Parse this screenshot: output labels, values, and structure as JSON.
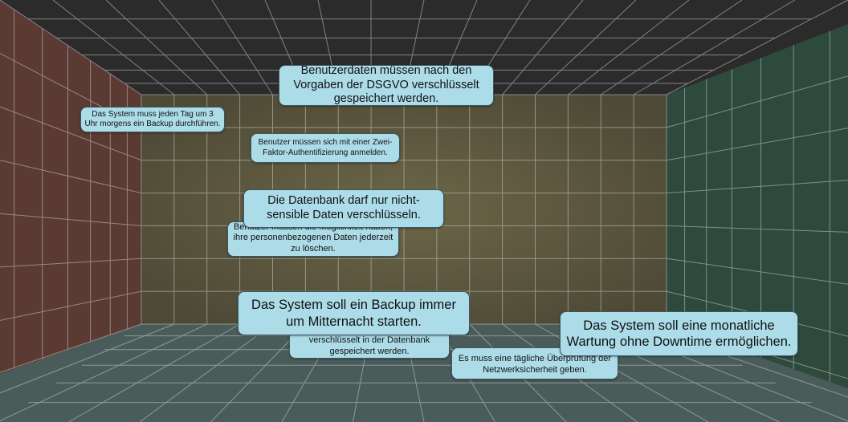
{
  "colors": {
    "ceiling": "#2b2b2b",
    "floor": "#4a5c5a",
    "back_wall": "#5a5540",
    "left_wall": "#5a3a32",
    "right_wall": "#2e4a3c",
    "grid_line": "#c9c9c9",
    "card_bg": "#acdce8",
    "card_border": "#3f5860"
  },
  "cards": [
    {
      "text": "Das System muss jeden Tag um 3 Uhr morgens ein Backup durchführen."
    },
    {
      "text": "Benutzerdaten müssen nach den Vorgaben der DSGVO verschlüsselt gespeichert werden."
    },
    {
      "text": "Benutzer müssen sich mit einer Zwei-Faktor-Authentifizierung anmelden."
    },
    {
      "text": "Benutzer müssen die Möglichkeit haben, ihre personenbezogenen Daten jederzeit zu löschen."
    },
    {
      "text": "Die Datenbank darf nur nicht-sensible Daten verschlüsseln."
    },
    {
      "text": "verschlüsselt in der Datenbank gespeichert werden."
    },
    {
      "text": "Das System soll ein Backup immer um Mitternacht starten."
    },
    {
      "text": "Es muss eine tägliche Überprüfung der Netzwerksicherheit geben."
    },
    {
      "text": "Das System soll eine monatliche Wartung ohne Downtime ermöglichen."
    }
  ]
}
